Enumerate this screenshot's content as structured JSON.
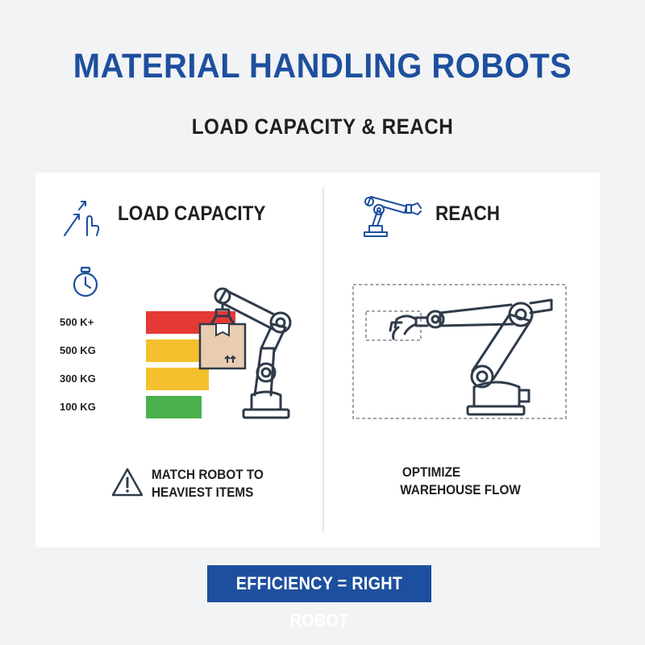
{
  "header": {
    "title": "MATERIAL HANDLING ROBOTS",
    "subtitle": "LOAD CAPACITY & REACH"
  },
  "load_capacity": {
    "heading": "LOAD CAPACITY",
    "bars": [
      {
        "label": "500 K+",
        "level": 1.0,
        "color": "#e53935"
      },
      {
        "label": "500 KG",
        "level": 0.88,
        "color": "#f4c02e"
      },
      {
        "label": "300 KG",
        "level": 0.7,
        "color": "#f4c02e"
      },
      {
        "label": "100 KG",
        "level": 0.62,
        "color": "#4bb04b"
      }
    ],
    "note_line1": "MATCH ROBOT TO",
    "note_line2": "HEAVIEST ITEMS"
  },
  "reach": {
    "heading": "REACH",
    "note_line1": "OPTIMIZE",
    "note_line2": "WAREHOUSE FLOW"
  },
  "footer": {
    "label": "EFFICIENCY = RIGHT ROBOT"
  },
  "colors": {
    "brand_blue": "#1e4f9e",
    "icon_stroke": "#2f3b4a",
    "box": "#e9cdb0"
  }
}
